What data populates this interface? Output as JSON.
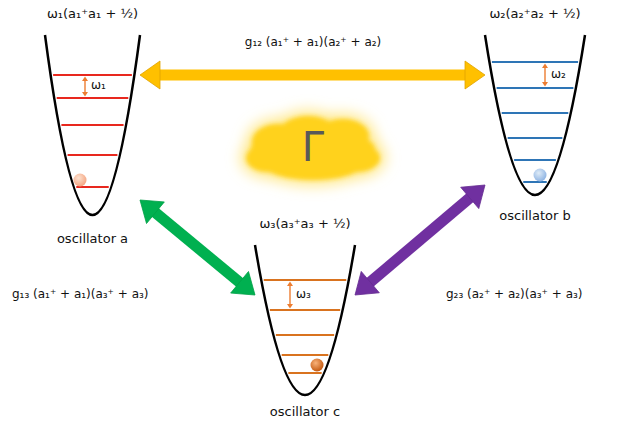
{
  "diagram": {
    "nodes": [
      {
        "text": [
          "ω₁(a₁⁺a₁ + ½)",
          "ω₁",
          "oscillator a"
        ]
      },
      {
        "text": [
          "ω₂(a₂⁺a₂ + ½)",
          "ω₂",
          "oscillator b"
        ]
      },
      {
        "text": [
          "Γ"
        ]
      },
      {
        "text": [
          "ω₃(a₃⁺a₃ + ½)",
          "ω₃",
          "oscillator c"
        ]
      }
    ],
    "edges": [
      {
        "from": 0,
        "to": 1,
        "arrow": "both",
        "label": "g₁₂ (a₁⁺ + a₁)(a₂⁺ + a₂)"
      },
      {
        "from": 0,
        "to": 3,
        "arrow": "both",
        "label": "g₁₃ (a₁⁺ + a₁)(a₃⁺ + a₃)"
      },
      {
        "from": 1,
        "to": 3,
        "arrow": "both",
        "label": "g₂₃ (a₂⁺ + a₂)(a₃⁺ + a₃)"
      }
    ]
  }
}
